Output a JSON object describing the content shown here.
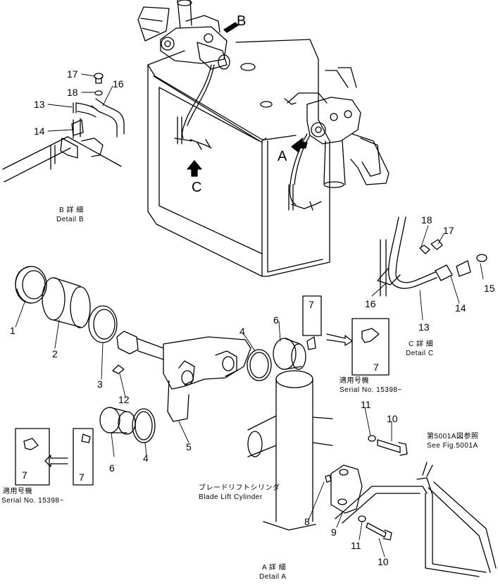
{
  "view_letters": {
    "a": "A",
    "b": "B",
    "c": "C"
  },
  "detail_b": {
    "jp": "B 詳 細",
    "en": "Detail B"
  },
  "detail_c": {
    "jp": "C 詳 細",
    "en": "Detail C"
  },
  "detail_a": {
    "jp": "A 詳 細",
    "en": "Detail A"
  },
  "serial_right": {
    "jp": "適用号機",
    "en": "Serial No. 15398~"
  },
  "serial_left": {
    "jp": "適用号機",
    "en": "Serial No. 15398~"
  },
  "cylinder": {
    "jp": "ブレードリフトシリンダ",
    "en": "Blade Lift Cylinder"
  },
  "reference": {
    "jp": "第5001A図参照",
    "en": "See Fig.5001A"
  },
  "callouts": {
    "b17": "17",
    "b18": "18",
    "b16": "16",
    "b13": "13",
    "b14": "14",
    "c18": "18",
    "c17": "17",
    "c15": "15",
    "c14": "14",
    "c16": "16",
    "c13": "13",
    "p1": "1",
    "p2": "2",
    "p3": "3",
    "p12": "12",
    "p5": "5",
    "p4a": "4",
    "p6a": "6",
    "p7a": "7",
    "p7box": "7",
    "p4b": "4",
    "p6b": "6",
    "p7b": "7",
    "p7lbox": "7",
    "p11a": "11",
    "p10a": "10",
    "p8": "8",
    "p9": "9",
    "p11b": "11",
    "p10b": "10"
  }
}
